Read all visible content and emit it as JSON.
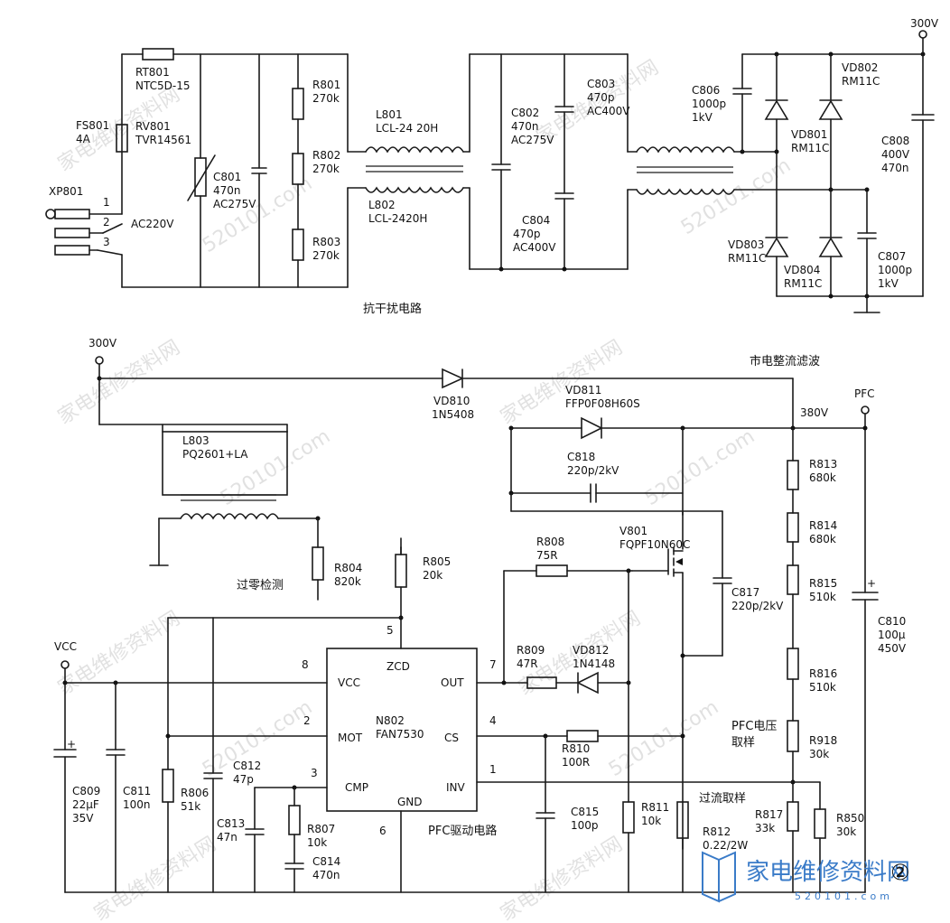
{
  "watermark": {
    "cn": "家电维修资料网",
    "url": "520101.com"
  },
  "logo": {
    "text": "家电维修资料网",
    "sub": "520101.com",
    "mark": "②"
  },
  "sections": {
    "emi": "抗干扰电路",
    "rectifier": "市电整流滤波",
    "pfc": "PFC驱动电路",
    "zcd": "过零检测",
    "ocs": "过流取样",
    "pfc_sample_1": "PFC电压",
    "pfc_sample_2": "取样"
  },
  "nets": {
    "v300_top": "300V",
    "v300_left": "300V",
    "v380": "380V",
    "pfc": "PFC",
    "vcc": "VCC",
    "ac220": "AC220V"
  },
  "connector": {
    "ref": "XP801",
    "pins": [
      "1",
      "2",
      "3"
    ]
  },
  "ic": {
    "ref": "N802",
    "part": "FAN7530",
    "pins": {
      "zcd": "ZCD",
      "vcc": "VCC",
      "mot": "MOT",
      "cmp": "CMP",
      "gnd": "GND",
      "out": "OUT",
      "cs": "CS",
      "inv": "INV"
    },
    "pin_numbers": {
      "p5": "5",
      "p8": "8",
      "p2": "2",
      "p3": "3",
      "p6": "6",
      "p7": "7",
      "p4": "4",
      "p1": "1"
    }
  },
  "components": {
    "rt801": {
      "ref": "RT801",
      "val": "NTC5D-15"
    },
    "fs801": {
      "ref": "FS801",
      "val": "4A"
    },
    "rv801": {
      "ref": "RV801",
      "val": "TVR14561"
    },
    "c801": {
      "ref": "C801",
      "val": "470n",
      "val2": "AC275V"
    },
    "r801": {
      "ref": "R801",
      "val": "270k"
    },
    "r802": {
      "ref": "R802",
      "val": "270k"
    },
    "r803": {
      "ref": "R803",
      "val": "270k"
    },
    "l801": {
      "ref": "L801",
      "val": "LCL-24 20H"
    },
    "l802": {
      "ref": "L802",
      "val": "LCL-2420H"
    },
    "c802": {
      "ref": "C802",
      "val": "470n",
      "val2": "AC275V"
    },
    "c803": {
      "ref": "C803",
      "val": "470p",
      "val2": "AC400V"
    },
    "c804": {
      "ref": "C804",
      "val": "470p",
      "val2": "AC400V"
    },
    "c806": {
      "ref": "C806",
      "val": "1000p",
      "val2": "1kV"
    },
    "vd802": {
      "ref": "VD802",
      "val": "RM11C"
    },
    "vd801": {
      "ref": "VD801",
      "val": "RM11C"
    },
    "vd803": {
      "ref": "VD803",
      "val": "RM11C"
    },
    "vd804": {
      "ref": "VD804",
      "val": "RM11C"
    },
    "c808": {
      "ref": "C808",
      "val": "400V",
      "val2": "470n"
    },
    "c807": {
      "ref": "C807",
      "val": "1000p",
      "val2": "1kV"
    },
    "vd810": {
      "ref": "VD810",
      "val": "1N5408"
    },
    "vd811": {
      "ref": "VD811",
      "val": "FFP0F08H60S"
    },
    "l803": {
      "ref": "L803",
      "val": "PQ2601+LA"
    },
    "c818": {
      "ref": "C818",
      "val": "220p/2kV"
    },
    "r808": {
      "ref": "R808",
      "val": "75R"
    },
    "v801": {
      "ref": "V801",
      "val": "FQPF10N60C"
    },
    "c817": {
      "ref": "C817",
      "val": "220p/2kV"
    },
    "r804": {
      "ref": "R804",
      "val": "820k"
    },
    "r805": {
      "ref": "R805",
      "val": "20k"
    },
    "r809": {
      "ref": "R809",
      "val": "47R"
    },
    "vd812": {
      "ref": "VD812",
      "val": "1N4148"
    },
    "r810": {
      "ref": "R810",
      "val": "100R"
    },
    "c812": {
      "ref": "C812",
      "val": "47p"
    },
    "c809": {
      "ref": "C809",
      "val": "22μF",
      "val2": "35V"
    },
    "c811": {
      "ref": "C811",
      "val": "100n"
    },
    "r806": {
      "ref": "R806",
      "val": "51k"
    },
    "c813": {
      "ref": "C813",
      "val": "47n"
    },
    "r807": {
      "ref": "R807",
      "val": "10k"
    },
    "c814": {
      "ref": "C814",
      "val": "470n"
    },
    "c815": {
      "ref": "C815",
      "val": "100p"
    },
    "r811": {
      "ref": "R811",
      "val": "10k"
    },
    "r812": {
      "ref": "R812",
      "val": "0.22/2W"
    },
    "r813": {
      "ref": "R813",
      "val": "680k"
    },
    "r814": {
      "ref": "R814",
      "val": "680k"
    },
    "r815": {
      "ref": "R815",
      "val": "510k"
    },
    "r816": {
      "ref": "R816",
      "val": "510k"
    },
    "r918": {
      "ref": "R918",
      "val": "30k"
    },
    "r817": {
      "ref": "R817",
      "val": "33k"
    },
    "r850": {
      "ref": "R850",
      "val": "30k"
    },
    "c810": {
      "ref": "C810",
      "val": "100μ",
      "val2": "450V"
    }
  }
}
